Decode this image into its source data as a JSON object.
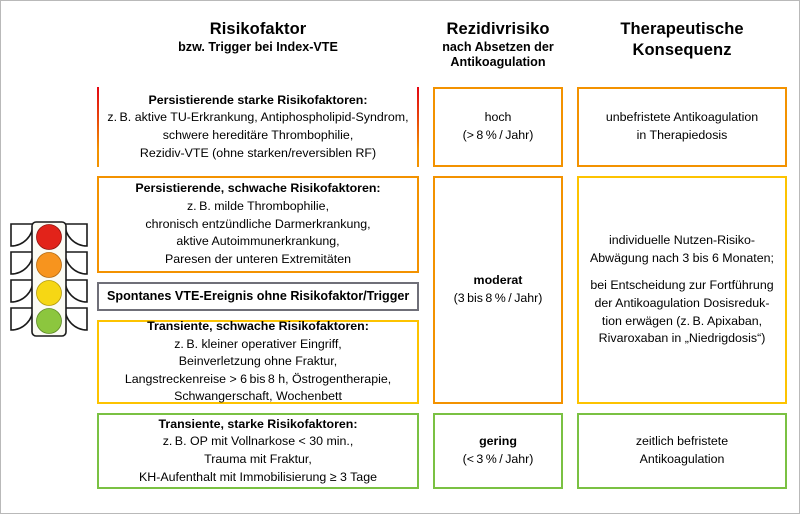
{
  "headers": {
    "col1": {
      "main": "Risikofaktor",
      "sub": "bzw. Trigger bei Index-VTE"
    },
    "col2": {
      "main": "Rezidivrisiko",
      "sub1": "nach Absetzen der",
      "sub2": "Antikoagulation"
    },
    "col3": {
      "main1": "Therapeutische",
      "main2": "Konsequenz"
    }
  },
  "rows": {
    "persistent_strong": {
      "title": "Persistierende starke Risikofaktoren:",
      "l1": "z. B. aktive TU-Erkrankung, Antiphospholipid-Syndrom,",
      "l2": "schwere hereditäre Thrombophilie,",
      "l3": "Rezidiv-VTE (ohne starken/reversiblen RF)"
    },
    "persistent_weak": {
      "title": "Persistierende, schwache Risikofaktoren:",
      "l1": "z. B. milde Thrombophilie,",
      "l2": "chronisch entzündliche Darmerkrankung,",
      "l3": "aktive Autoimmunerkrankung,",
      "l4": "Paresen der unteren Extremitäten"
    },
    "spontaneous": {
      "title": "Spontanes VTE-Ereignis ohne Risikofaktor/Trigger"
    },
    "transient_weak": {
      "title": "Transiente, schwache Risikofaktoren:",
      "l1": "z. B. kleiner operativer Eingriff,",
      "l2": "Beinverletzung ohne Fraktur,",
      "l3": "Langstreckenreise > 6 bis 8 h, Östrogentherapie,",
      "l4": "Schwangerschaft, Wochenbett"
    },
    "transient_strong": {
      "title": "Transiente, starke Risikofaktoren:",
      "l1": "z. B. OP mit Vollnarkose < 30 min.,",
      "l2": "Trauma mit Fraktur,",
      "l3": "KH-Aufenthalt mit Immobilisierung ≥ 3 Tage"
    }
  },
  "risk": {
    "high": {
      "label": "hoch",
      "value": "(> 8 % / Jahr)"
    },
    "moderate": {
      "label": "moderat",
      "value": "(3 bis 8 % / Jahr)"
    },
    "low": {
      "label": "gering",
      "value": "(< 3 % / Jahr)"
    }
  },
  "therapy": {
    "high": {
      "l1": "unbefristete Antikoagulation",
      "l2": "in Therapiedosis"
    },
    "moderate": {
      "l1": "individuelle Nutzen-Risiko-",
      "l2": "Abwägung nach 3 bis 6 Monaten;",
      "l3": "bei Entscheidung zur Fortführung",
      "l4": "der Antikoagulation Dosisreduk-",
      "l5": "tion erwägen (z. B. Apixaban,",
      "l6": "Rivaroxaban in „Niedrigdosis“)"
    },
    "low": {
      "l1": "zeitlich befristete",
      "l2": "Antikoagulation"
    }
  },
  "traffic_light": {
    "name": "traffic-light-four-lamp",
    "lamps": [
      {
        "name": "red-lamp",
        "color": "#e2231a"
      },
      {
        "name": "orange-lamp",
        "color": "#f7941e"
      },
      {
        "name": "yellow-lamp",
        "color": "#f6d714"
      },
      {
        "name": "green-lamp",
        "color": "#8cc63e"
      }
    ]
  },
  "colors": {
    "red": "#e30613",
    "orange": "#f39200",
    "yellow": "#fdc300",
    "green": "#7ac143",
    "gray": "#6f6f78",
    "frame": "#b9b9b9"
  }
}
